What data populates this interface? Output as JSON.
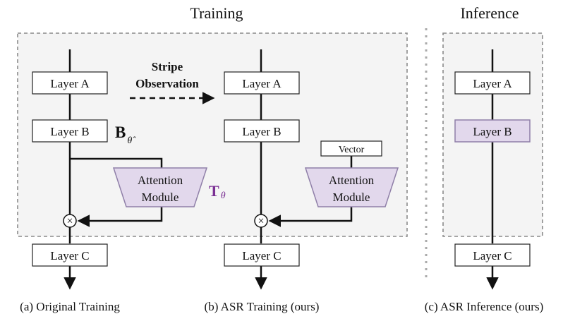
{
  "headers": {
    "training": "Training",
    "inference": "Inference"
  },
  "layers": {
    "a": "Layer A",
    "b": "Layer B",
    "c": "Layer C"
  },
  "attention_module": {
    "line1": "Attention",
    "line2": "Module"
  },
  "vector_label": "Vector",
  "stripe_observation": {
    "line1": "Stripe",
    "line2": "Observation"
  },
  "symbols": {
    "b_main": "B",
    "b_sub": "θ̂",
    "t_main": "T",
    "t_sub": "θ",
    "multiply": "×"
  },
  "captions": {
    "a": "(a) Original Training",
    "b": "(b) ASR Training (ours)",
    "c": "(c) ASR Inference (ours)"
  },
  "colors": {
    "panel_bg": "#f4f4f4",
    "dashed": "#8a8a8a",
    "module_fill": "#e2d8ec",
    "module_stroke": "#8f7fa8",
    "accent_purple": "#7a2f93",
    "line": "#111111"
  }
}
